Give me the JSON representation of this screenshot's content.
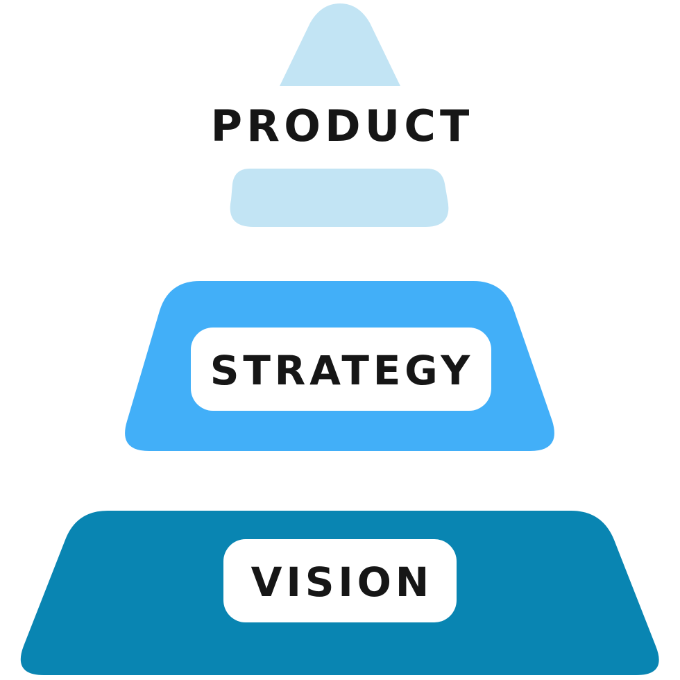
{
  "diagram": {
    "type": "pyramid",
    "levels": [
      {
        "label": "PRODUCT",
        "position": "top",
        "color": "#C2E4F4",
        "label_style": "text-on-background"
      },
      {
        "label": "STRATEGY",
        "position": "middle",
        "color": "#42AFF8",
        "label_style": "white-rounded-plate"
      },
      {
        "label": "VISION",
        "position": "bottom",
        "color": "#0985B2",
        "label_style": "white-rounded-plate"
      }
    ]
  },
  "colors": {
    "tier_top": "#C2E4F4",
    "tier_middle": "#42AFF8",
    "tier_bottom": "#0985B2",
    "label_text": "#161616",
    "plate_background": "#FFFFFF",
    "page_background": "#FFFFFF"
  }
}
